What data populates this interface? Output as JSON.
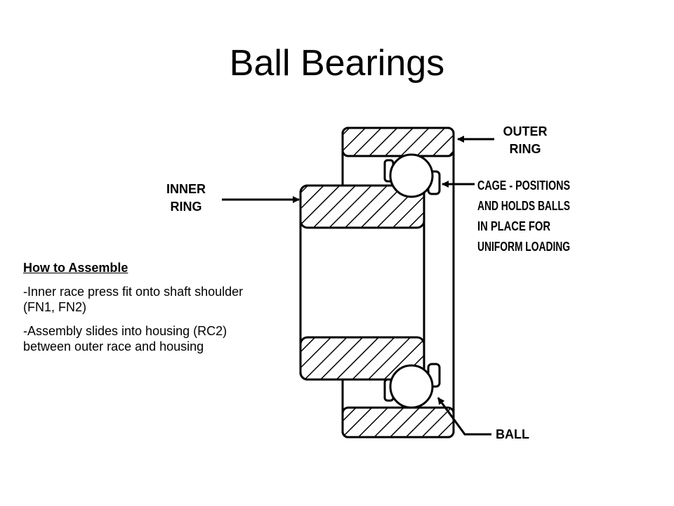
{
  "slide": {
    "title": "Ball Bearings"
  },
  "notes": {
    "heading": "How to Assemble",
    "items": [
      "-Inner race press fit onto shaft shoulder (FN1, FN2)",
      "-Assembly slides into housing (RC2) between outer race and housing"
    ]
  },
  "diagram": {
    "labels": {
      "outer_ring": [
        "OUTER",
        "RING"
      ],
      "inner_ring": [
        "INNER",
        "RING"
      ],
      "cage": [
        "CAGE - POSITIONS",
        "AND HOLDS BALLS",
        "IN PLACE FOR",
        "UNIFORM LOADING"
      ],
      "ball": "BALL"
    }
  }
}
